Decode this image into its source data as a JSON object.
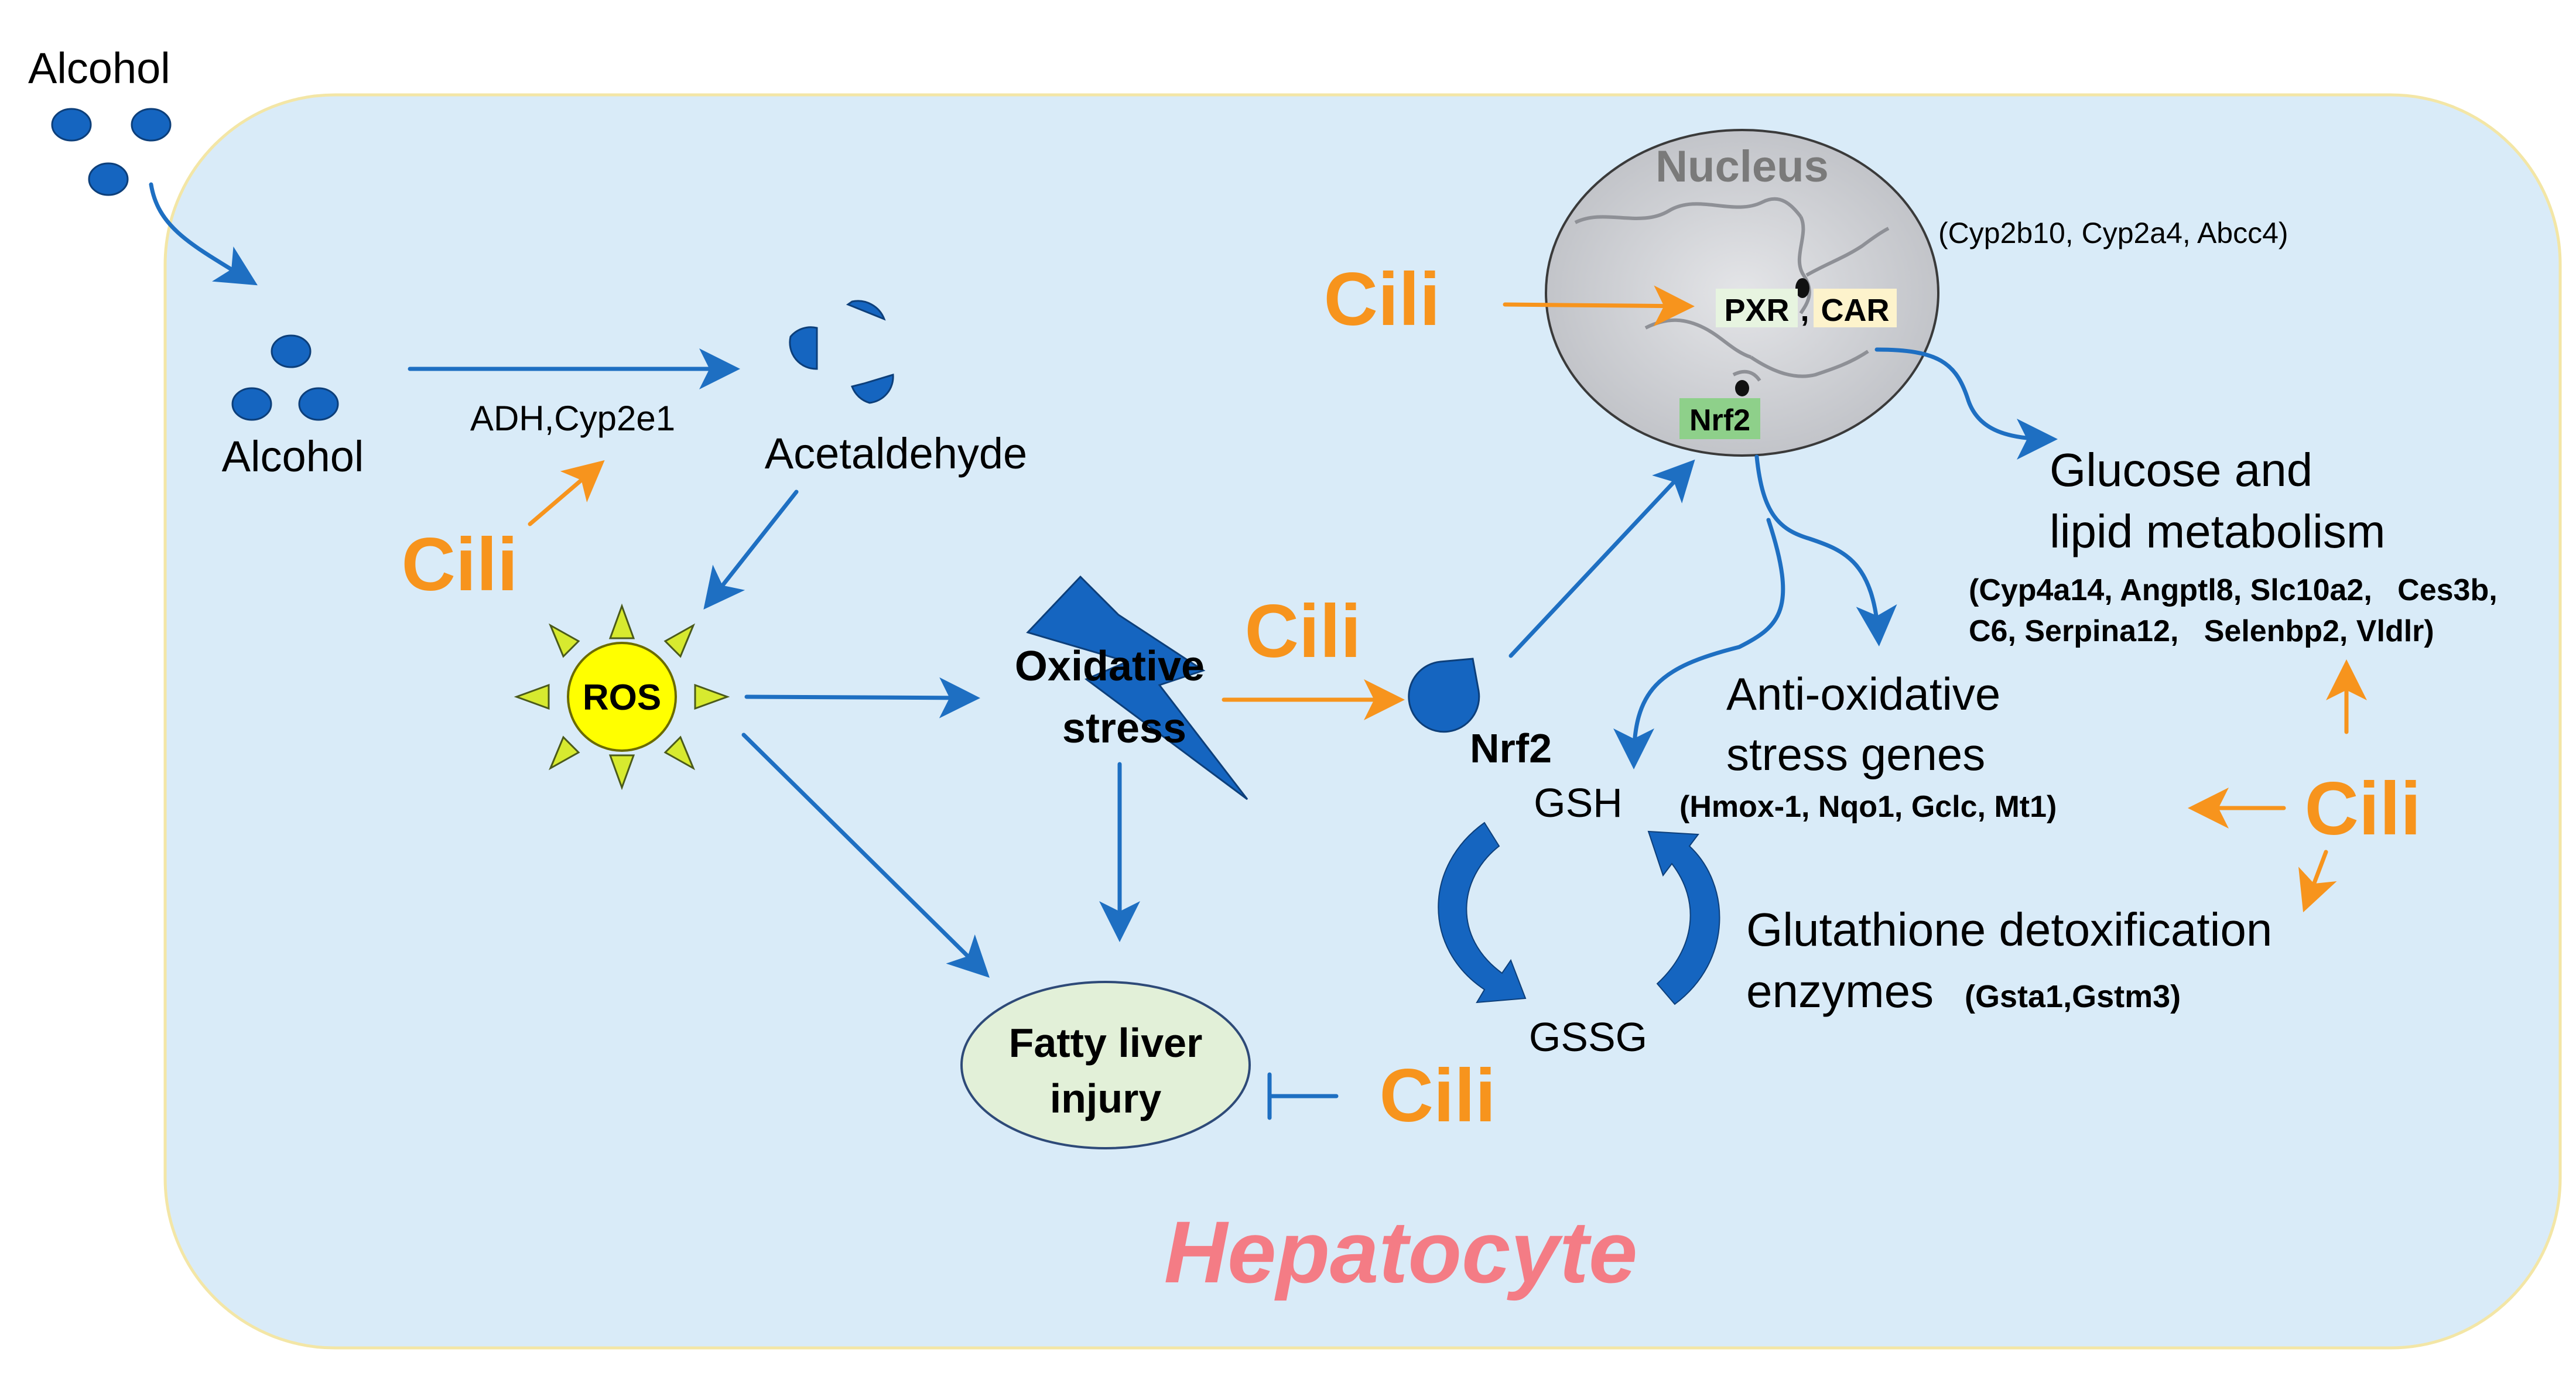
{
  "labels": {
    "alcohol_outside": "Alcohol",
    "alcohol_inside": "Alcohol",
    "enzymes": "ADH,Cyp2e1",
    "acetaldehyde": "Acetaldehyde",
    "ros": "ROS",
    "oxidative_line1": "Oxidative",
    "oxidative_line2": "stress",
    "nrf2_cyto": "Nrf2",
    "nucleus": "Nucleus",
    "pxr": "PXR",
    "comma": ",",
    "car": "CAR",
    "nrf2_nuc": "Nrf2",
    "cyp_genes": "(Cyp2b10, Cyp2a4, Abcc4)",
    "glucose_line1": "Glucose and",
    "glucose_line2": "lipid metabolism",
    "glucose_genes_line1": "(Cyp4a14, Angptl8, Slc10a2,   Ces3b,",
    "glucose_genes_line2": "C6, Serpina12,   Selenbp2, Vldlr)",
    "antiox_line1": "Anti-oxidative",
    "antiox_line2": "stress genes",
    "antiox_genes": "(Hmox-1, Nqo1, Gclc, Mt1)",
    "gsh": "GSH",
    "gssg": "GSSG",
    "glut_line1": "Glutathione detoxification",
    "glut_line2": "enzymes",
    "glut_genes": "(Gsta1,Gstm3)",
    "fatty_line1": "Fatty liver",
    "fatty_line2": "injury",
    "hepatocyte": "Hepatocyte",
    "cili_1": "Cili",
    "cili_2": "Cili",
    "cili_3": "Cili",
    "cili_4": "Cili",
    "cili_5": "Cili"
  },
  "colors": {
    "cell_fill": "#d9ebf8",
    "cell_border": "#f3e6a6",
    "blue": "#1e6fc2",
    "molecule": "#1565c0",
    "orange": "#f7941d",
    "cili": "#f7941d",
    "hepatocyte": "#f47c85",
    "ros_fill": "#ffff00",
    "ros_ray": "#d7ea2f",
    "fatty_fill": "#e2f0d8",
    "pxr_fill": "#e7f4e0",
    "car_fill": "#fdf3cc",
    "nrf2_fill": "#8ed08a",
    "nucleus_fill": "#cfd1d5"
  }
}
